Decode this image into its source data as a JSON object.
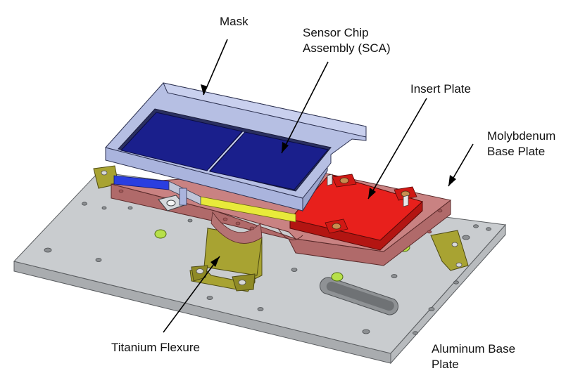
{
  "labels": {
    "mask": "Mask",
    "sca_line1": "Sensor Chip",
    "sca_line2": "Assembly (SCA)",
    "insert_plate": "Insert Plate",
    "moly_line1": "Molybdenum",
    "moly_line2": "Base Plate",
    "titanium_flexure": "Titanium Flexure",
    "alu_line1": "Aluminum Base",
    "alu_line2": "Plate"
  },
  "colors": {
    "aluminum_plate": "#c9cccf",
    "aluminum_side": "#a9acaf",
    "moly_plate": "#c98282",
    "insert_plate": "#e8201c",
    "mask": "#aab4dd",
    "sensor": "#1a1f8c",
    "flexure": "#a8a332",
    "yellow_strip": "#e8ea3a",
    "blue_strip": "#2a3ee0",
    "green_fastener": "#b7e04a"
  }
}
